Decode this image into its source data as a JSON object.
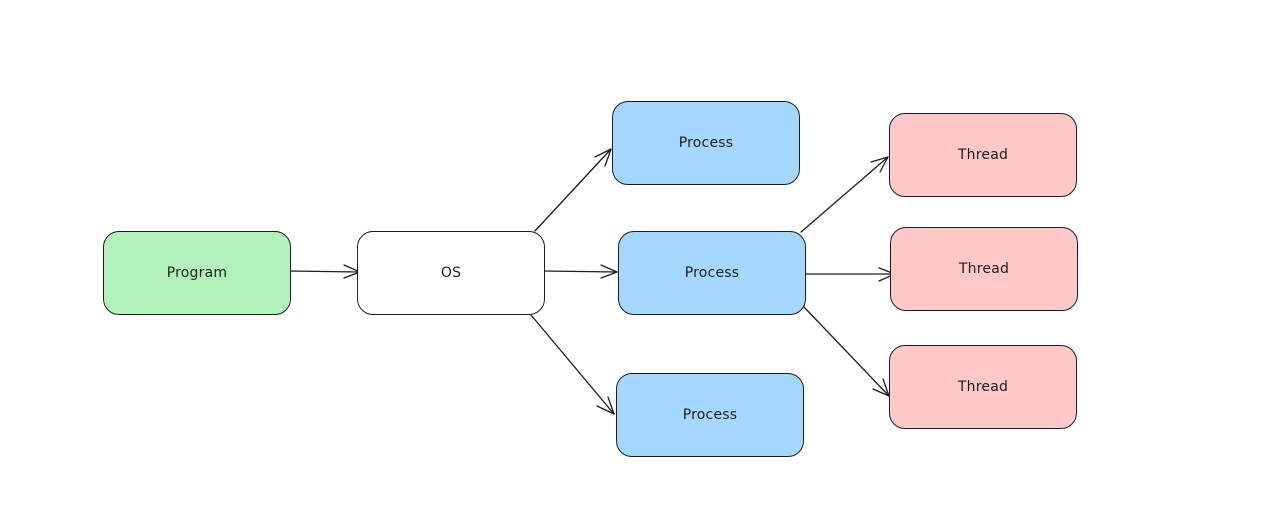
{
  "diagram": {
    "nodes": {
      "program": "Program",
      "os": "OS",
      "process_top": "Process",
      "process_middle": "Process",
      "process_bottom": "Process",
      "thread_top": "Thread",
      "thread_middle": "Thread",
      "thread_bottom": "Thread"
    },
    "colors": {
      "program_fill": "#b2f2bb",
      "os_fill": "#ffffff",
      "process_fill": "#a5d8ff",
      "thread_fill": "#ffc9c9",
      "stroke": "#1e1e1e"
    },
    "edges": [
      [
        "program",
        "os"
      ],
      [
        "os",
        "process_top"
      ],
      [
        "os",
        "process_middle"
      ],
      [
        "os",
        "process_bottom"
      ],
      [
        "process_middle",
        "thread_top"
      ],
      [
        "process_middle",
        "thread_middle"
      ],
      [
        "process_middle",
        "thread_bottom"
      ]
    ]
  }
}
